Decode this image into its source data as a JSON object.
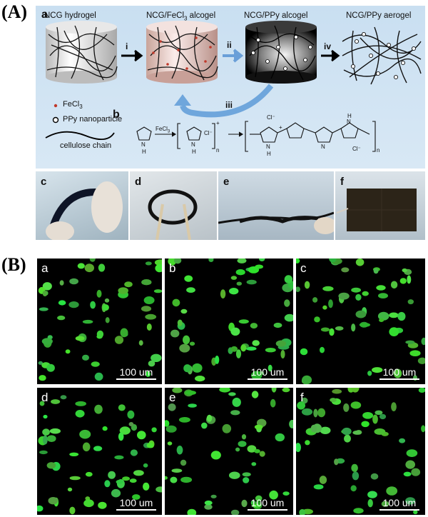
{
  "panel_A": {
    "label": "(A)",
    "scheme_label": "a",
    "stages": [
      "NCG hydrogel",
      "NCG/FeCl3 alcogel",
      "NCG/PPy alcogel",
      "NCG/PPy aerogel"
    ],
    "steps": [
      "i",
      "ii",
      "iii",
      "iv"
    ],
    "legend": [
      "FeCl3",
      "PPy nanoparticle",
      "cellulose chain"
    ],
    "reaction_label": "b",
    "reaction_text": {
      "reagent": "FeCl3",
      "cl_minus": "Cl⁻",
      "n": "n",
      "plus": "+",
      "nh": "N",
      "h": "H"
    },
    "photos": [
      "c",
      "d",
      "e",
      "f"
    ]
  },
  "panel_B": {
    "label": "(B)",
    "images": [
      {
        "label": "a",
        "scale": "100 um"
      },
      {
        "label": "b",
        "scale": "100 um"
      },
      {
        "label": "c",
        "scale": "100 um"
      },
      {
        "label": "d",
        "scale": "100 um"
      },
      {
        "label": "e",
        "scale": "100 um"
      },
      {
        "label": "f",
        "scale": "100 um"
      }
    ]
  }
}
